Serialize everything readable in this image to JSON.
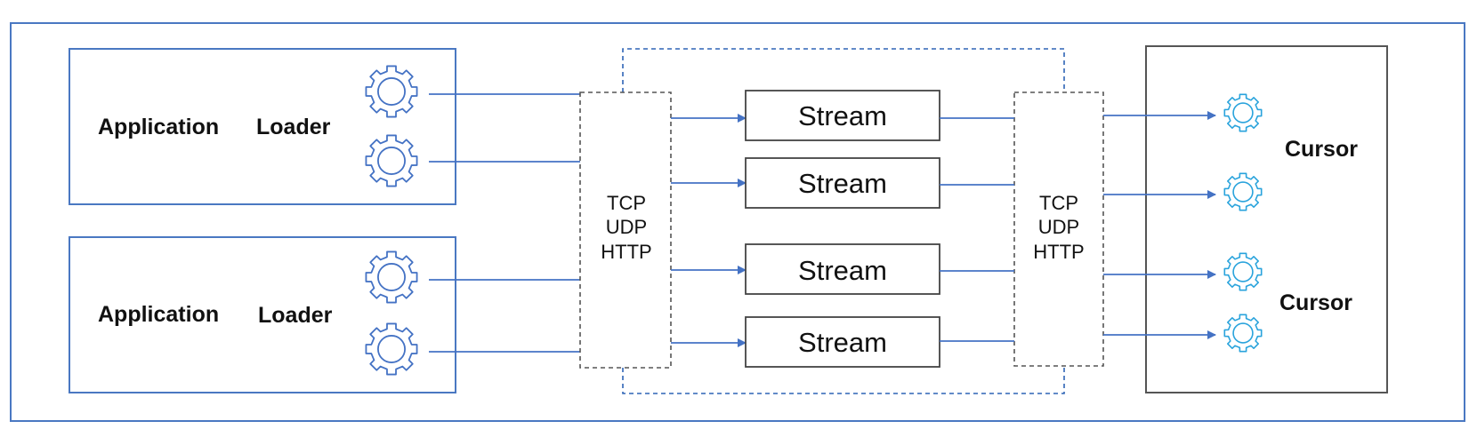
{
  "colors": {
    "frame": "#4a78c2",
    "line": "#4472c4",
    "gear_left": "#4472c4",
    "gear_right": "#29a3dc",
    "dashed": "#555555",
    "dashed_blue": "#2e64b5",
    "stream_border": "#444444",
    "cursor_border": "#555555"
  },
  "left_blocks": [
    {
      "label_app": "Application",
      "label_loader": "Loader",
      "icons": [
        "gear-icon",
        "gear-icon"
      ]
    },
    {
      "label_app": "Application",
      "label_loader": "Loader",
      "icons": [
        "gear-icon",
        "gear-icon"
      ]
    }
  ],
  "protocol_left": {
    "lines": [
      "TCP",
      "UDP",
      "HTTP"
    ]
  },
  "streams": [
    {
      "label": "Stream"
    },
    {
      "label": "Stream"
    },
    {
      "label": "Stream"
    },
    {
      "label": "Stream"
    }
  ],
  "protocol_right": {
    "lines": [
      "TCP",
      "UDP",
      "HTTP"
    ]
  },
  "cursor_block": {
    "labels": [
      "Cursor",
      "Cursor"
    ],
    "icons": [
      "gear-icon",
      "gear-icon",
      "gear-icon",
      "gear-icon"
    ]
  }
}
